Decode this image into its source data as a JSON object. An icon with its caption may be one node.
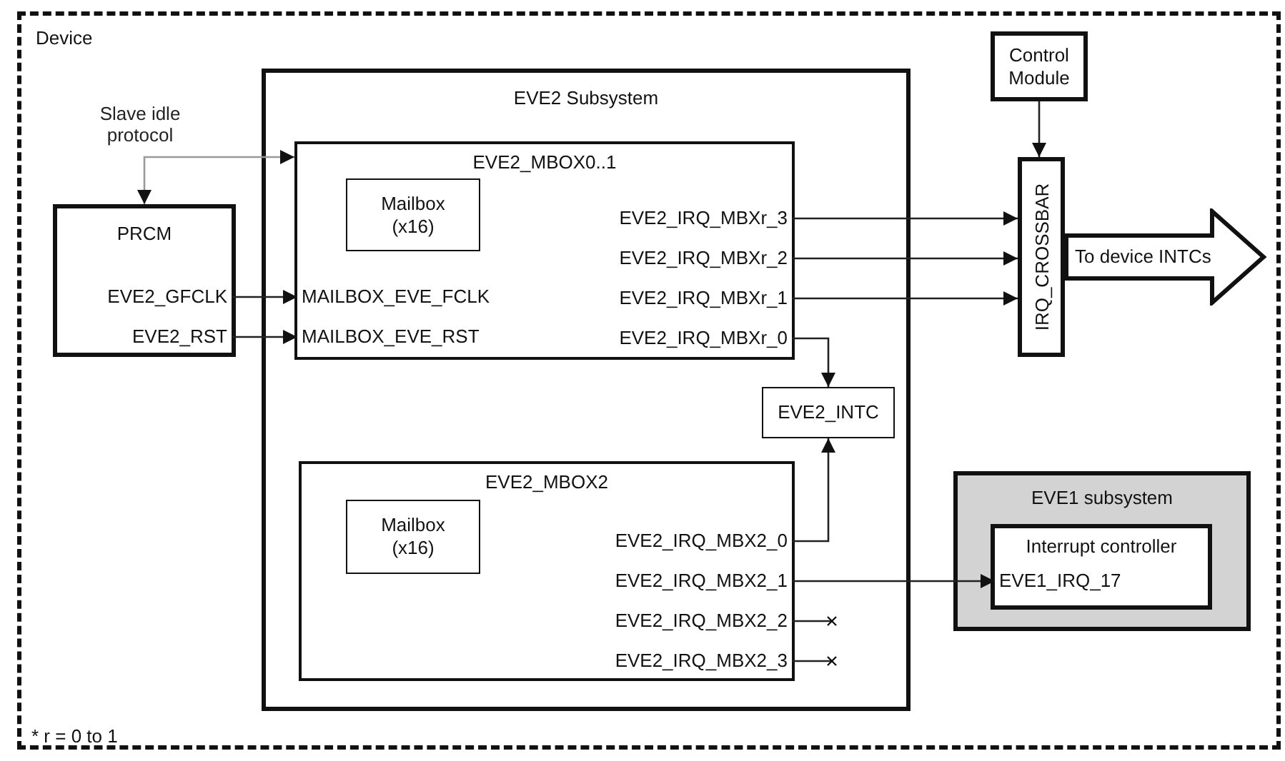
{
  "diagram": {
    "nodes": [
      {
        "text": [
          "Device"
        ]
      },
      {
        "text": [
          "PRCM"
        ],
        "in": 0
      },
      {
        "text": [
          "EVE2_GFCLK"
        ],
        "in": 1
      },
      {
        "text": [
          "EVE2_RST"
        ],
        "in": 1
      },
      {
        "text": [
          "EVE2 Subsystem"
        ],
        "in": 0
      },
      {
        "text": [
          "EVE2_MBOX0..1"
        ],
        "in": 4
      },
      {
        "text": [
          "Mailbox (x16)"
        ],
        "in": 5
      },
      {
        "text": [
          "MAILBOX_EVE_FCLK"
        ],
        "in": 5
      },
      {
        "text": [
          "MAILBOX_EVE_RST"
        ],
        "in": 5
      },
      {
        "text": [
          "EVE2_IRQ_MBXr_3"
        ],
        "in": 5
      },
      {
        "text": [
          "EVE2_IRQ_MBXr_2"
        ],
        "in": 5
      },
      {
        "text": [
          "EVE2_IRQ_MBXr_1"
        ],
        "in": 5
      },
      {
        "text": [
          "EVE2_IRQ_MBXr_0"
        ],
        "in": 5
      },
      {
        "text": [
          "EVE2_INTC"
        ],
        "in": 4
      },
      {
        "text": [
          "EVE2_MBOX2"
        ],
        "in": 4
      },
      {
        "text": [
          "Mailbox (x16)"
        ],
        "in": 14
      },
      {
        "text": [
          "EVE2_IRQ_MBX2_0"
        ],
        "in": 14
      },
      {
        "text": [
          "EVE2_IRQ_MBX2_1"
        ],
        "in": 14
      },
      {
        "text": [
          "EVE2_IRQ_MBX2_2"
        ],
        "in": 14
      },
      {
        "text": [
          "EVE2_IRQ_MBX2_3"
        ],
        "in": 14
      },
      {
        "text": [
          "Control Module"
        ],
        "in": 0
      },
      {
        "text": [
          "IRQ_CROSSBAR"
        ],
        "in": 0
      },
      {
        "text": [
          "To device INTCs"
        ],
        "in": 0
      },
      {
        "text": [
          "EVE1 subsystem"
        ],
        "in": 0
      },
      {
        "text": [
          "Interrupt controller"
        ],
        "in": 23
      },
      {
        "text": [
          "EVE1_IRQ_17"
        ],
        "in": 24
      }
    ],
    "edges": [
      {
        "from": 1,
        "to": 5,
        "arrow": "both",
        "label": "Slave idle protocol",
        "color": "#999999"
      },
      {
        "from": 2,
        "to": 7,
        "arrow": "to"
      },
      {
        "from": 3,
        "to": 8,
        "arrow": "to"
      },
      {
        "from": 9,
        "to": 21,
        "arrow": "to"
      },
      {
        "from": 10,
        "to": 21,
        "arrow": "to"
      },
      {
        "from": 11,
        "to": 21,
        "arrow": "to"
      },
      {
        "from": 12,
        "to": 13,
        "arrow": "to"
      },
      {
        "from": 16,
        "to": 13,
        "arrow": "to"
      },
      {
        "from": 17,
        "to": 25,
        "arrow": "to"
      },
      {
        "from": 18,
        "to": null,
        "arrow": "other"
      },
      {
        "from": 19,
        "to": null,
        "arrow": "other"
      },
      {
        "from": 20,
        "to": 21,
        "arrow": "to"
      }
    ],
    "labels": [
      "* r = 0 to 1"
    ]
  }
}
